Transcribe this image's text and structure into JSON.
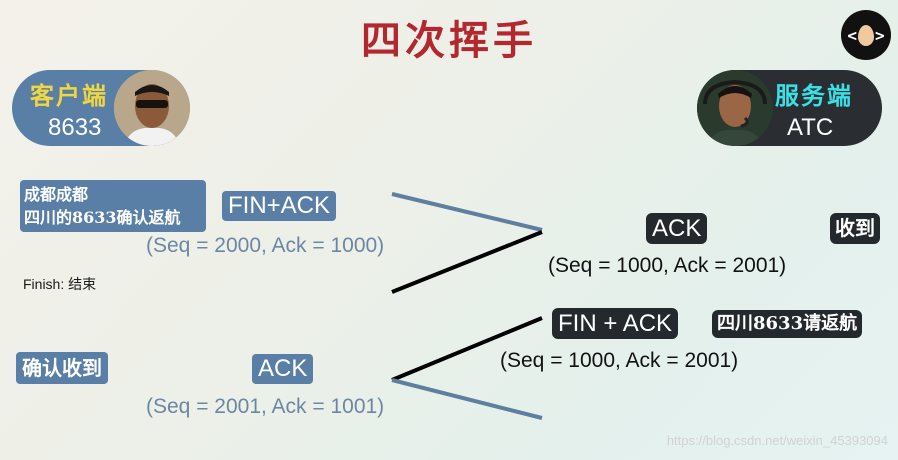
{
  "title": "四次挥手",
  "client": {
    "name": "客户端",
    "port": "8633"
  },
  "server": {
    "name": "服务端",
    "port": "ATC"
  },
  "client_caption": {
    "line1": "成都成都",
    "line2": "四川的8633确认返航"
  },
  "step1": {
    "label": "FIN+ACK",
    "seq": "(Seq = 2000, Ack = 1000)"
  },
  "finish_note": "Finish: 结束",
  "step2": {
    "label": "ACK",
    "seq": "(Seq = 1000, Ack = 2001)",
    "badge": "收到"
  },
  "step3": {
    "label": "FIN + ACK",
    "seq": "(Seq = 1000, Ack = 2001)",
    "badge": "四川8633请返航"
  },
  "step4": {
    "label": "ACK",
    "seq": "(Seq = 2001, Ack = 1001)",
    "caption": "确认收到"
  },
  "watermark": "https://blog.csdn.net/weixin_45393094",
  "colors": {
    "title": "#b3272f",
    "client_pill": "#5a7fa6",
    "server_pill": "#2a2e32",
    "client_name": "#f0d640",
    "server_name": "#39e0e6",
    "arrow_blue": "#5f7f9e",
    "arrow_black": "#000000"
  },
  "icons": [
    "egg-logo-icon",
    "client-avatar-icon",
    "server-avatar-icon"
  ]
}
